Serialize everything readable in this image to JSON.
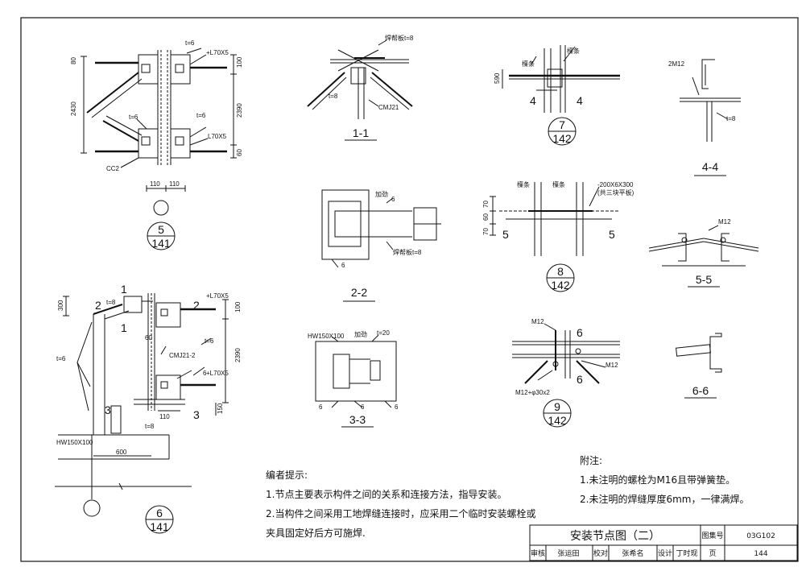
{
  "labels": {
    "t6": "t=6",
    "t8": "t=8",
    "t20": "t=20",
    "l70x5": "L70X5",
    "plus_l70x5": "+L70X5",
    "cc2": "CC2",
    "cmj21": "CMJ21",
    "cmj21_2": "CMJ21-2",
    "hw150x100": "HW150X100",
    "m12": "M12",
    "two_m12": "2M12",
    "m12_bolt": "M12+φ30x2",
    "plate_200": "-200X6X300",
    "plate_200_note": "(共三块平板)",
    "weld_plate_t8": "焊帮板t=8",
    "purlin": "檁条",
    "stiffener": "加劲",
    "weld6": "6",
    "dims": {
      "d80": "80",
      "d2430": "2430",
      "d100": "100",
      "d2390": "2390",
      "d60": "60",
      "d110a": "110",
      "d110b": "110",
      "d300": "300",
      "d150": "150",
      "d600": "600",
      "d70": "70",
      "d590": "590"
    }
  },
  "sections": {
    "s1": "1-1",
    "s2": "2-2",
    "s3": "3-3",
    "s4": "4-4",
    "s5": "5-5",
    "s6": "6-6",
    "cut1": "1",
    "cut2": "2",
    "cut3": "3",
    "cut4": "4",
    "cut5": "5",
    "cut6": "6"
  },
  "callouts": [
    {
      "top": "5",
      "bottom": "141"
    },
    {
      "top": "6",
      "bottom": "141"
    },
    {
      "top": "7",
      "bottom": "142"
    },
    {
      "top": "8",
      "bottom": "142"
    },
    {
      "top": "9",
      "bottom": "142"
    }
  ],
  "notes_editor": {
    "title": "编者提示:",
    "line1": "1.节点主要表示构件之间的关系和连接方法，指导安装。",
    "line2": "2.当构件之间采用工地焊缝连接时，应采用二个临时安装螺栓或",
    "line3": "夹具固定好后方可施焊."
  },
  "notes_attached": {
    "title": "附注:",
    "line1": "1.未注明的螺栓为M16且带弹簧垫。",
    "line2": "2.未注明的焊缝厚度6mm，一律满焊。"
  },
  "title_block": {
    "title": "安装节点图（二）",
    "atlas_label": "图集号",
    "atlas_no": "03G102",
    "page_label": "页",
    "page_no": "144",
    "review_label": "审核",
    "reviewer": "张运田",
    "check_label": "校对",
    "checker": "张希名",
    "design_label": "设计",
    "designer": "丁时现"
  }
}
